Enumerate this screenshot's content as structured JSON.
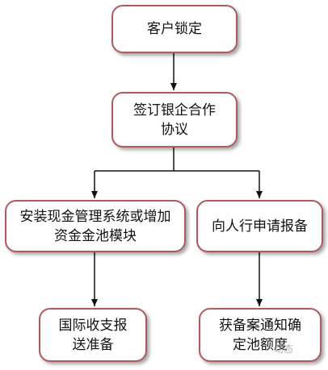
{
  "nodes": {
    "customer_lock": "客户锁定",
    "sign_agreement": "签订银企合作协议",
    "install_system": "安装现金管理系统或增加资金金池模块",
    "bank_report": "向人行申请报备",
    "intl_report": "国际收支报送准备",
    "quota_notice": "获备案通知确定池额度"
  },
  "watermark": "动态",
  "colors": {
    "border": "#b05a5f",
    "arrow": "#111111"
  }
}
